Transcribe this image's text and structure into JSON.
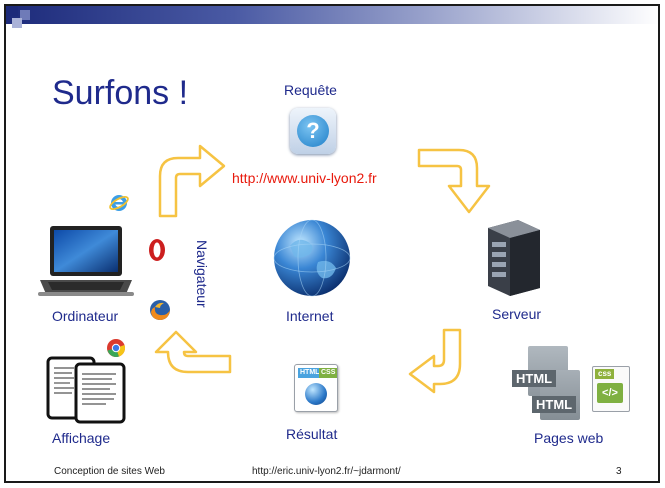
{
  "slide": {
    "title": "Surfons !",
    "labels": {
      "requete": "Requête",
      "url": "http://www.univ-lyon2.fr",
      "navigateur": "Navigateur",
      "ordinateur": "Ordinateur",
      "internet": "Internet",
      "serveur": "Serveur",
      "affichage": "Affichage",
      "resultat": "Résultat",
      "pages_web": "Pages web"
    },
    "icons": {
      "question": "?",
      "html1": "HTML",
      "html2": "HTML",
      "css_badge": "css",
      "result_html": "HTML",
      "result_css": "CSS",
      "code": "</>"
    },
    "footer": {
      "left": "Conception de sites Web",
      "center": "http://eric.univ-lyon2.fr/~jdarmont/",
      "page": "3"
    }
  },
  "colors": {
    "title": "#1f2a8c",
    "url": "#e8190c",
    "arrow": "#f6c343",
    "bar_dark": "#1c2a7a"
  }
}
